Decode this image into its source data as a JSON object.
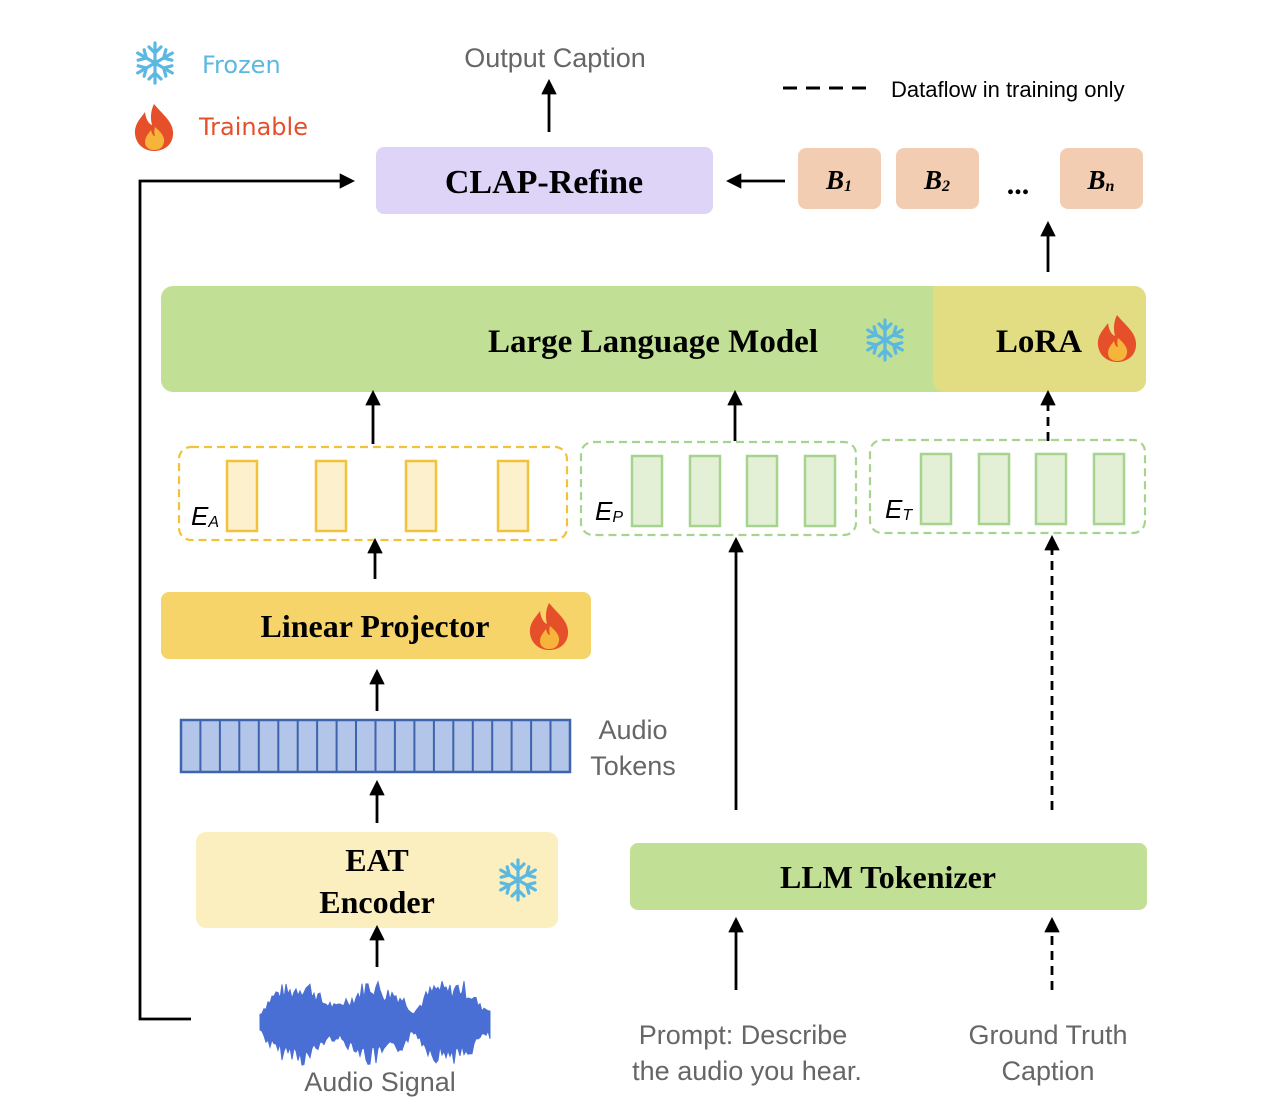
{
  "legend": {
    "frozen": "Frozen",
    "trainable": "Trainable",
    "dataflow": "Dataflow in training only",
    "frozen_color": "#5bb8e0",
    "trainable_color": "#e5502a"
  },
  "output_caption": "Output Caption",
  "clap_refine": "CLAP-Refine",
  "beams": {
    "b1": {
      "letter": "B",
      "sub": "1"
    },
    "b2": {
      "letter": "B",
      "sub": "2"
    },
    "bn": {
      "letter": "B",
      "sub": "n"
    },
    "ellipsis": "..."
  },
  "llm": "Large Language Model",
  "lora": "LoRA",
  "embeddings": {
    "audio": {
      "letter": "E",
      "sub": "A"
    },
    "prompt": {
      "letter": "E",
      "sub": "P"
    },
    "text": {
      "letter": "E",
      "sub": "T"
    }
  },
  "linear_projector": "Linear Projector",
  "audio_tokens": {
    "line1": "Audio",
    "line2": "Tokens"
  },
  "eat_encoder": {
    "line1": "EAT",
    "line2": "Encoder"
  },
  "llm_tokenizer": "LLM Tokenizer",
  "audio_signal": "Audio Signal",
  "prompt": {
    "line1": "Prompt: Describe",
    "line2": "the audio you hear."
  },
  "ground_truth": {
    "line1": "Ground Truth",
    "line2": "Caption"
  },
  "colors": {
    "clap": "#ddd4f7",
    "beam": "#f2cdb1",
    "llm": "#c2df96",
    "lora": "#e2dc82",
    "projector": "#f6d46a",
    "encoder": "#fcefbf",
    "tokenizer": "#c2df96",
    "audio_token_fill": "#b3c5e8",
    "audio_token_stroke": "#3e64ad",
    "waveform": "#4a6fd4"
  }
}
